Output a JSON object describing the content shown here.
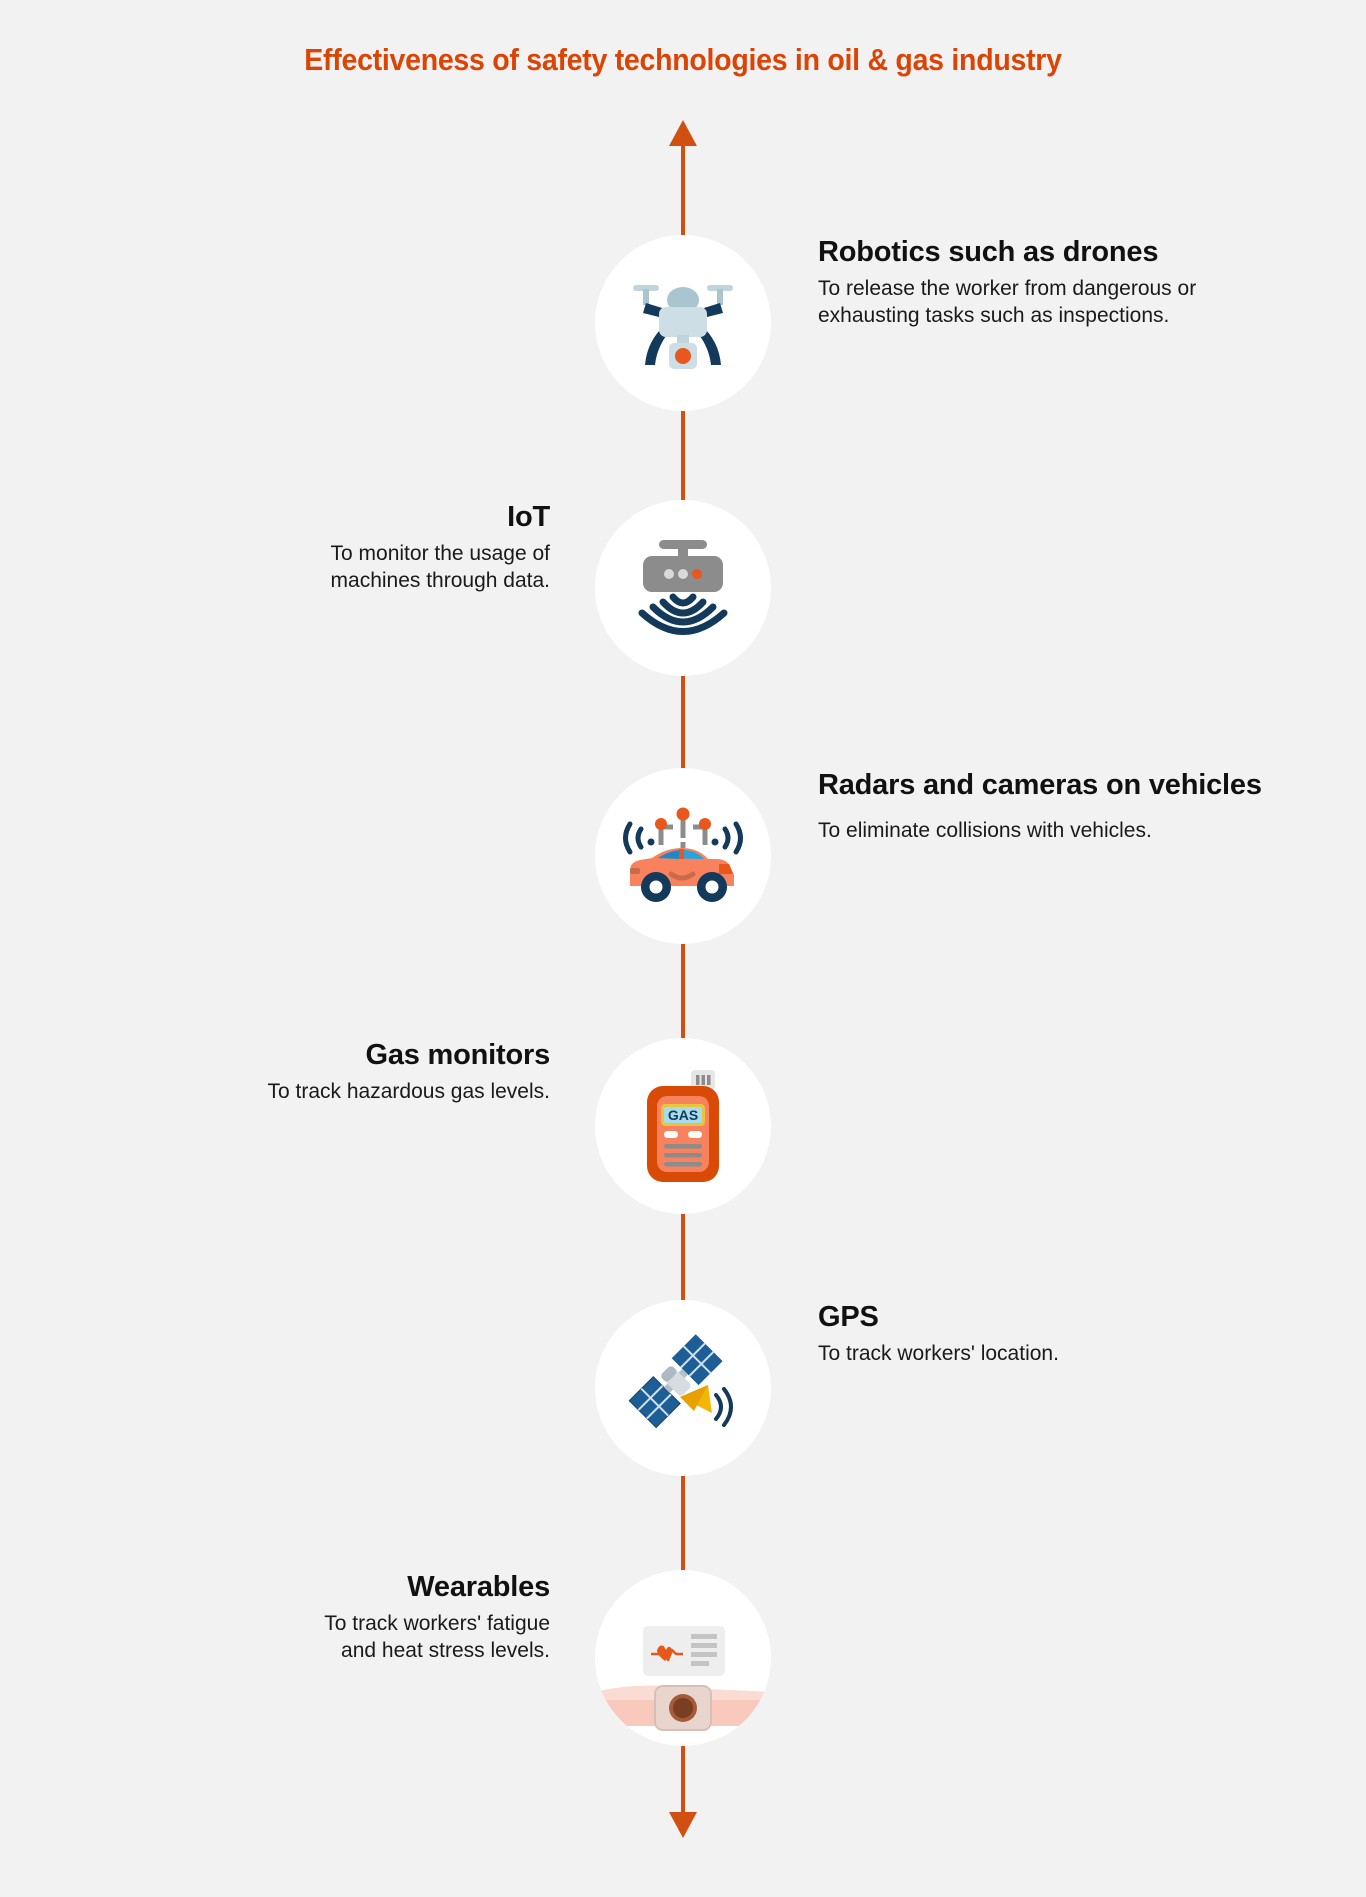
{
  "header": {
    "title": "Effectiveness of safety technologies in oil & gas industry",
    "title_color": "#DC4405"
  },
  "colors": {
    "background": "#F2F2F2",
    "accent_orange": "#DC4405",
    "arrow_orange": "#D24F12",
    "bubble_white": "#FFFFFF",
    "icon_navy": "#13395B",
    "icon_light_blue": "#BFD5DD",
    "icon_gray": "#8C8C8C",
    "icon_salmon": "#F8825E",
    "icon_deep_orange": "#D84A06",
    "icon_blue": "#29A3E0",
    "text_dark": "#111111"
  },
  "spine": {
    "arrow_up_label": "up-arrow-head",
    "arrow_down_label": "down-arrow-head"
  },
  "items": [
    {
      "id": "robotics",
      "icon": "drone-icon",
      "side": "right",
      "title": "Robotics such as drones",
      "desc_lines": [
        "To release the worker from dangerous or",
        "exhausting tasks such as inspections."
      ]
    },
    {
      "id": "iot",
      "icon": "iot-sensor-icon",
      "side": "left",
      "title": "IoT",
      "desc_lines": [
        "To monitor the usage of",
        "machines through data."
      ]
    },
    {
      "id": "radars-cameras",
      "icon": "radar-vehicle-icon",
      "side": "right",
      "title": "Radars and cameras\non vehicles",
      "title_lines": [
        "Radars and cameras",
        "on vehicles"
      ],
      "desc_lines": [
        "To eliminate collisions with vehicles."
      ]
    },
    {
      "id": "gas-monitors",
      "icon": "gas-monitor-icon",
      "side": "left",
      "title": "Gas monitors",
      "desc_lines": [
        "To track hazardous gas levels."
      ]
    },
    {
      "id": "gps",
      "icon": "satellite-icon",
      "side": "right",
      "title": "GPS",
      "desc_lines": [
        "To track workers' location."
      ]
    },
    {
      "id": "wearables",
      "icon": "smartwatch-icon",
      "side": "left",
      "title": "Wearables",
      "desc_lines": [
        "To track workers' fatigue",
        "and heat stress levels."
      ]
    }
  ],
  "icon_labels": {
    "gas_display_text": "GAS"
  }
}
